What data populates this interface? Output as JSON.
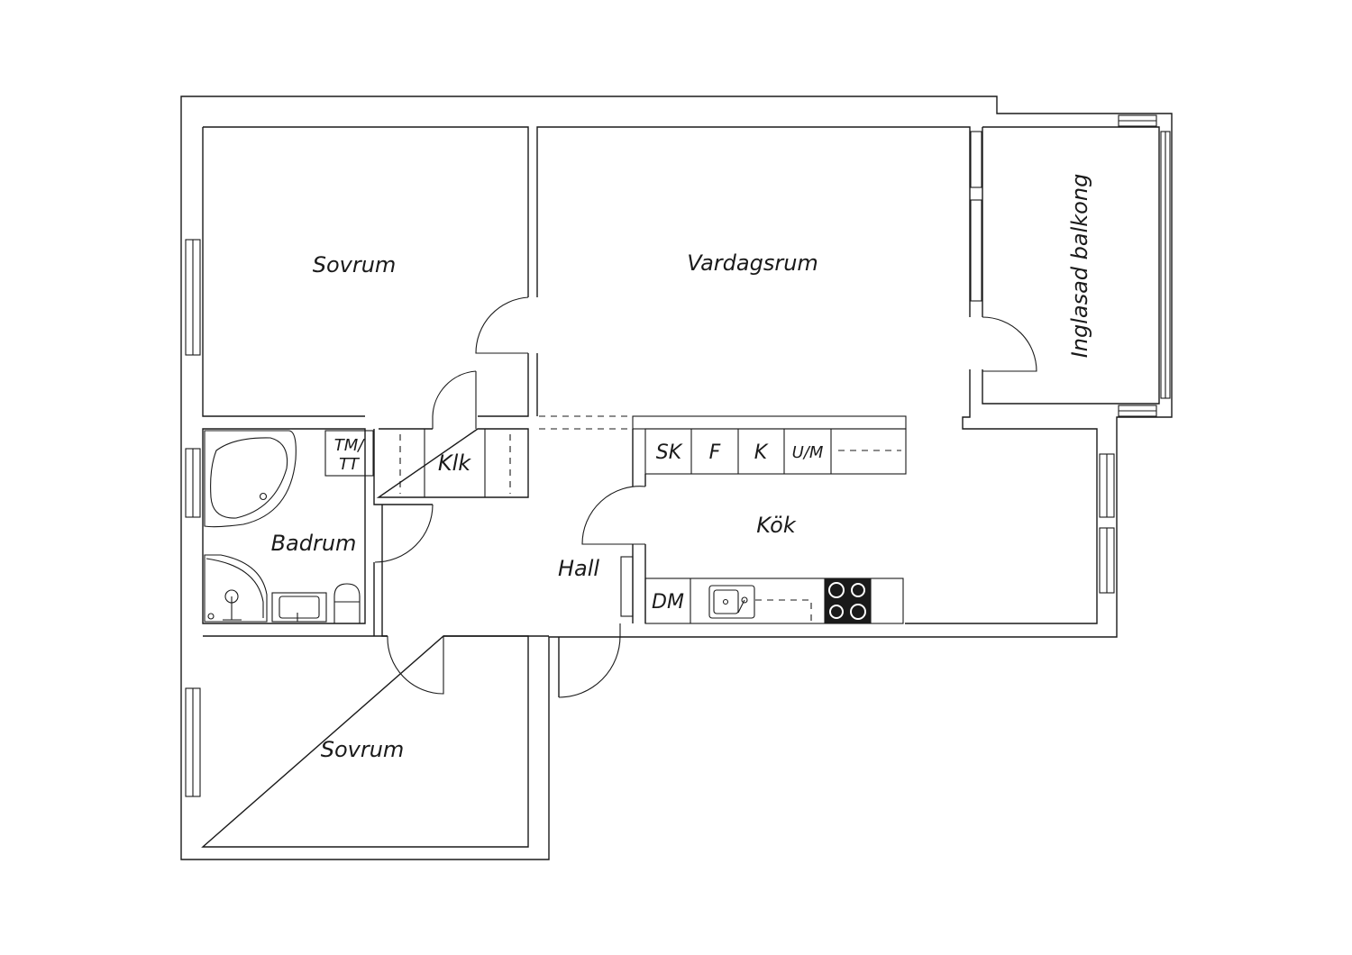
{
  "rooms": {
    "bedroom_top": "Sovrum",
    "living_room": "Vardagsrum",
    "balcony": "Inglasad balkong",
    "bathroom": "Badrum",
    "closet": "Klk",
    "hall": "Hall",
    "kitchen": "Kök",
    "bedroom_bottom": "Sovrum"
  },
  "appliances": {
    "sk": "SK",
    "f": "F",
    "k": "K",
    "um": "U/M",
    "dm": "DM",
    "tm_line1": "TM/",
    "tm_line2": "TT"
  },
  "colors": {
    "stroke": "#1a1a1a",
    "background": "#ffffff",
    "stove": "#1a1a1a"
  }
}
